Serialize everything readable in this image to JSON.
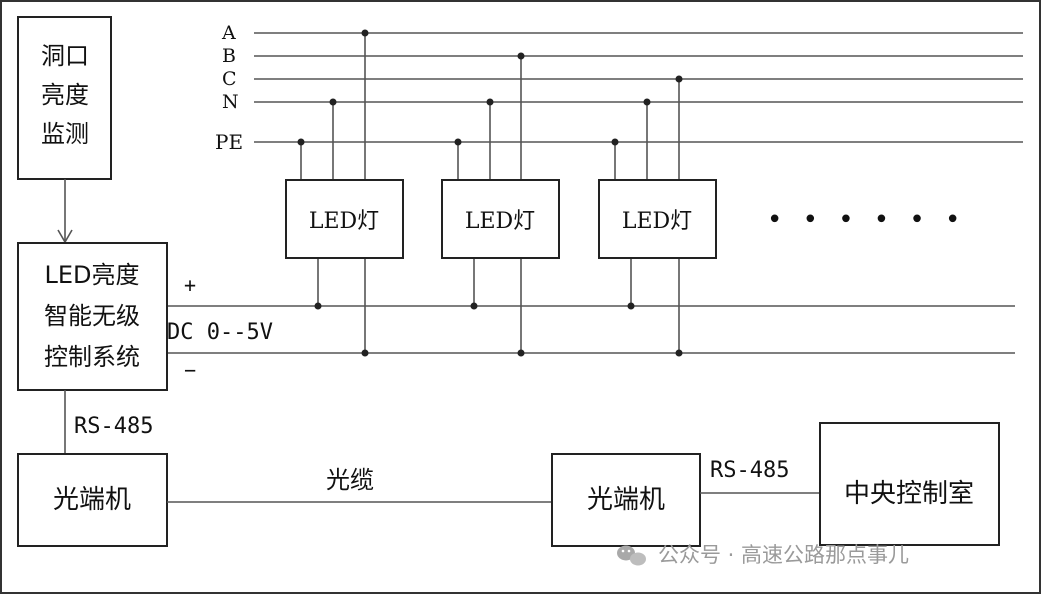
{
  "tunnel_monitor": [
    "洞口",
    "亮度",
    "监测"
  ],
  "controller": [
    "LED亮度",
    "智能无级",
    "控制系统"
  ],
  "bus_labels": {
    "a": "A",
    "b": "B",
    "c": "C",
    "n": "N",
    "pe": "PE"
  },
  "lamps": [
    "LED灯",
    "LED灯",
    "LED灯"
  ],
  "continuation": "• • • • • •",
  "dc": {
    "plus": "+",
    "label": "DC 0--5V",
    "minus": "−"
  },
  "rs485_left": "RS-485",
  "optical_terminal_left": "光端机",
  "cable_label": "光缆",
  "optical_terminal_right": "光端机",
  "rs485_right": "RS-485",
  "central_control": "中央控制室",
  "watermark": {
    "icon": "wechat-icon",
    "text": "公众号 · 高速公路那点事儿"
  }
}
